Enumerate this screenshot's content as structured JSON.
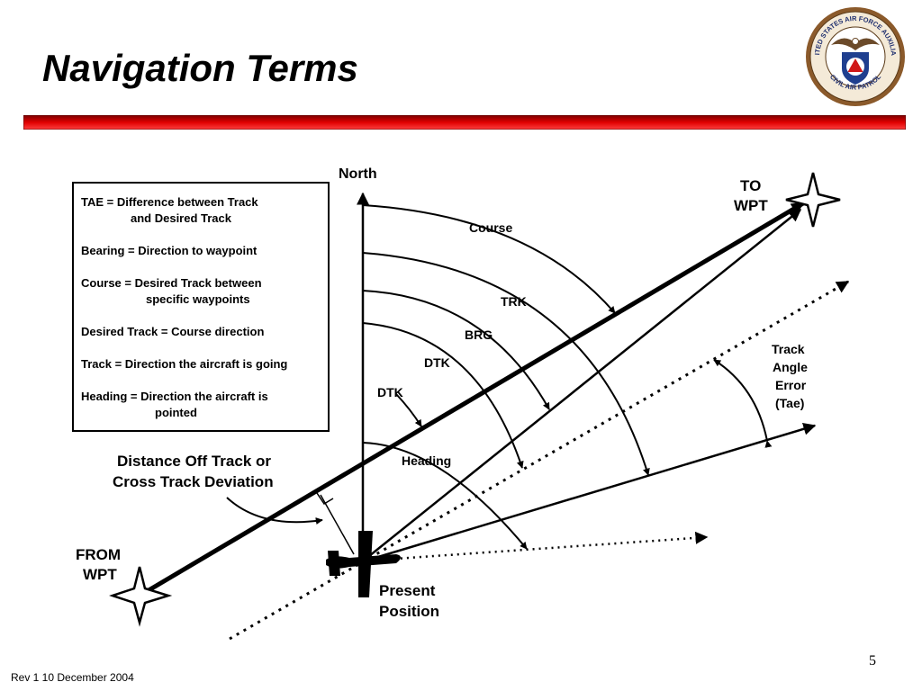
{
  "slide": {
    "title": "Navigation Terms",
    "number": "5",
    "footer": "Rev 1 10 December 2004",
    "title_bar_colors": [
      "#7a0000",
      "#e00000",
      "#ff4040"
    ]
  },
  "seal": {
    "outer_text": "UNITED STATES AIR FORCE AUXILIARY",
    "inner_text": "CIVIL AIR PATROL",
    "colors": {
      "ring": "#8b5a2b",
      "field": "#ffffff",
      "shield_blue": "#1f3f8f",
      "triangle_red": "#d01818"
    }
  },
  "legend": [
    {
      "term_def": "TAE = Difference between Track",
      "cont": "and Desired Track"
    },
    {
      "term_def": "Bearing = Direction to waypoint",
      "cont": ""
    },
    {
      "term_def": "Course = Desired Track between",
      "cont": "specific waypoints"
    },
    {
      "term_def": "Desired Track = Course direction",
      "cont": ""
    },
    {
      "term_def": "Track = Direction the aircraft is going",
      "cont": ""
    },
    {
      "term_def": "Heading = Direction the aircraft is",
      "cont": "pointed"
    }
  ],
  "labels": {
    "north": "North",
    "to_wpt_line1": "TO",
    "to_wpt_line2": "WPT",
    "from_wpt_line1": "FROM",
    "from_wpt_line2": "WPT",
    "course": "Course",
    "trk": "TRK",
    "brg": "BRG",
    "dtk_upper": "DTK",
    "dtk_lower": "DTK",
    "heading": "Heading",
    "tae_line1": "Track",
    "tae_line2": "Angle",
    "tae_line3": "Error",
    "tae_line4": "(Tae)",
    "distance_line1": "Distance Off Track or",
    "distance_line2": "Cross Track Deviation",
    "present_line1": "Present",
    "present_line2": "Position"
  }
}
